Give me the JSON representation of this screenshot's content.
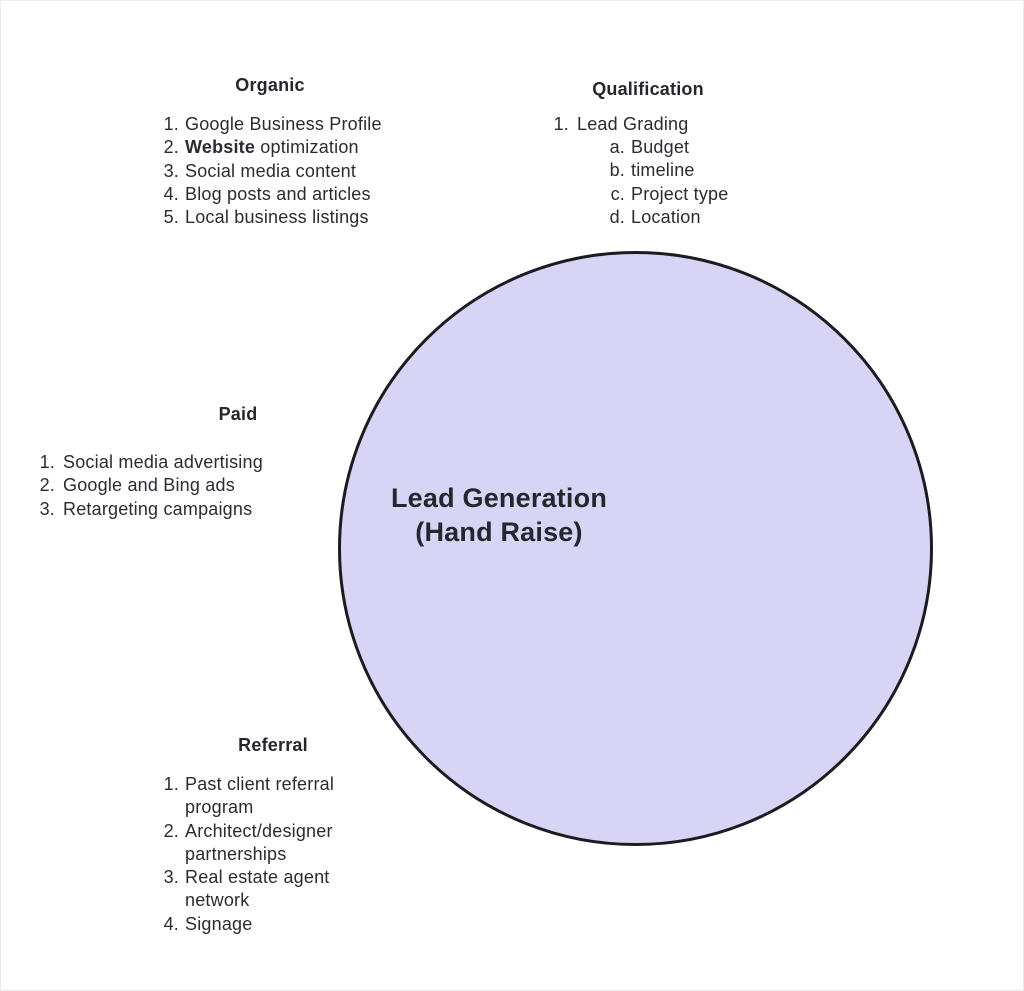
{
  "circle": {
    "label_line1": "Lead Generation",
    "label_line2": "(Hand Raise)",
    "fill_color": "#d8d4f6",
    "stroke_color": "#1b1b20"
  },
  "sections": {
    "organic": {
      "heading": "Organic",
      "items": [
        {
          "n": "1.",
          "text": "Google Business Profile"
        },
        {
          "n": "2.",
          "bold": "Website",
          "rest": " optimization"
        },
        {
          "n": "3.",
          "text": "Social media content"
        },
        {
          "n": "4.",
          "text": "Blog posts and articles"
        },
        {
          "n": "5.",
          "text": "Local business listings"
        }
      ]
    },
    "qualification": {
      "heading": "Qualification",
      "items": [
        {
          "n": "1.",
          "text": "Lead Grading"
        }
      ],
      "subitems": [
        {
          "n": "a.",
          "text": "Budget"
        },
        {
          "n": "b.",
          "text": "timeline"
        },
        {
          "n": "c.",
          "text": "Project type"
        },
        {
          "n": "d.",
          "text": "Location"
        }
      ]
    },
    "paid": {
      "heading": "Paid",
      "items": [
        {
          "n": "1.",
          "text": "Social media advertising"
        },
        {
          "n": "2.",
          "text": "Google and Bing ads"
        },
        {
          "n": "3.",
          "text": "Retargeting campaigns"
        }
      ]
    },
    "referral": {
      "heading": "Referral",
      "items": [
        {
          "n": "1.",
          "text": "Past client referral",
          "text2": "program"
        },
        {
          "n": "2.",
          "text": "Architect/designer",
          "text2": "partnerships"
        },
        {
          "n": "3.",
          "text": "Real estate agent",
          "text2": "network"
        },
        {
          "n": "4.",
          "text": "Signage"
        }
      ]
    }
  }
}
